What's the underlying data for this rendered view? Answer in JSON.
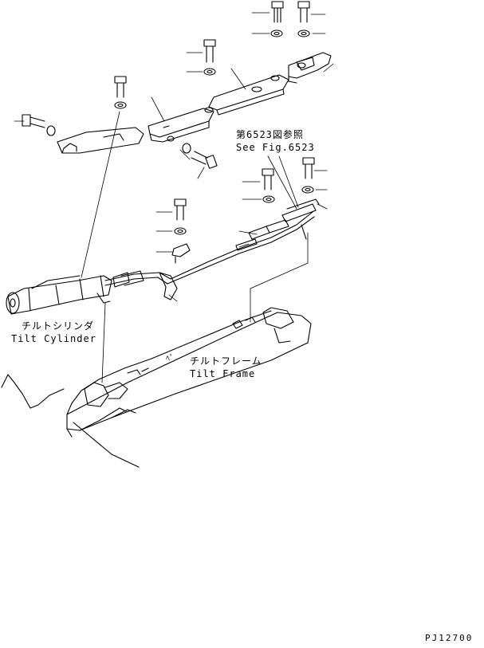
{
  "labels": {
    "fig_ref_jp": "第6523図参照",
    "fig_ref_en": "See Fig.6523",
    "tilt_cylinder_jp": "チルトシリンダ",
    "tilt_cylinder_en": "Tilt Cylinder",
    "tilt_frame_jp": "チルトフレーム",
    "tilt_frame_en": "Tilt Frame",
    "drawing_code": "PJ12700",
    "stray_mark": "ﾍﾟ"
  },
  "colors": {
    "line": "#000000",
    "background": "#ffffff"
  }
}
